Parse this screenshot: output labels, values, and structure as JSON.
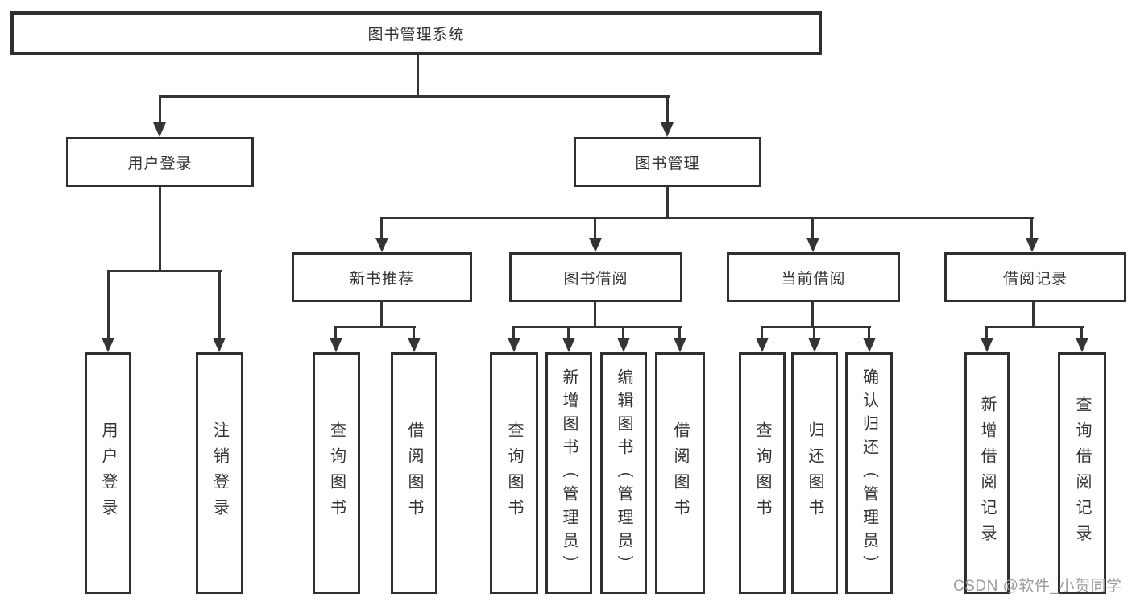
{
  "tree": {
    "label": "图书管理系统",
    "children": [
      {
        "label": "用户登录",
        "children": [
          {
            "label": "用户登录"
          },
          {
            "label": "注销登录"
          }
        ]
      },
      {
        "label": "图书管理",
        "children": [
          {
            "label": "新书推荐",
            "children": [
              {
                "label": "查询图书"
              },
              {
                "label": "借阅图书"
              }
            ]
          },
          {
            "label": "图书借阅",
            "children": [
              {
                "label": "查询图书"
              },
              {
                "label": "新增图书（管理员）"
              },
              {
                "label": "编辑图书（管理员）"
              },
              {
                "label": "借阅图书"
              }
            ]
          },
          {
            "label": "当前借阅",
            "children": [
              {
                "label": "查询图书"
              },
              {
                "label": "归还图书"
              },
              {
                "label": "确认归还（管理员）"
              }
            ]
          },
          {
            "label": "借阅记录",
            "children": [
              {
                "label": "新增借阅记录"
              },
              {
                "label": "查询借阅记录"
              }
            ]
          }
        ]
      }
    ]
  },
  "watermark": "CSDN @软件_小贺同学",
  "colors": {
    "line": "#343434",
    "text": "#333333",
    "watermark": "#9c9c9c",
    "background": "#ffffff"
  }
}
